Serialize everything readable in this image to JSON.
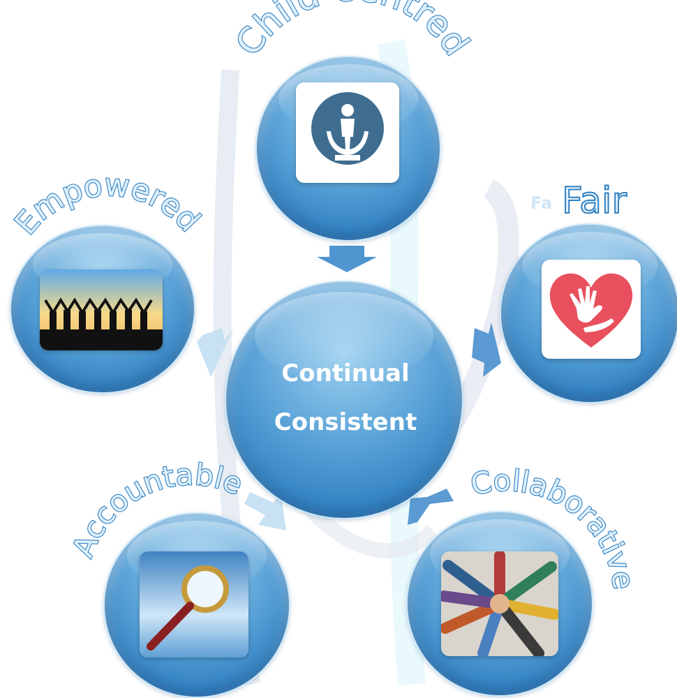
{
  "center": {
    "line1": "Continual",
    "line2": "Consistent"
  },
  "nodes": {
    "child_centred": "Child Centred",
    "empowered": "Empowered",
    "fair": "Fair",
    "fair_ghost": "Fa",
    "accountable": "Accountable",
    "collaborative": "Collaborative"
  },
  "colors": {
    "circle_dark": "#2f7fc0",
    "circle_light": "#9dd0f0",
    "label_fill": "#dff0fb",
    "heart": "#e8505e",
    "icon_badge": "#3e6d8f"
  },
  "icons": {
    "child_centred": "child-in-hands-icon",
    "empowered": "people-raising-hands-photo",
    "fair": "hands-on-heart-icon",
    "accountable": "magnifying-glass-photo",
    "collaborative": "stacked-hands-photo"
  }
}
